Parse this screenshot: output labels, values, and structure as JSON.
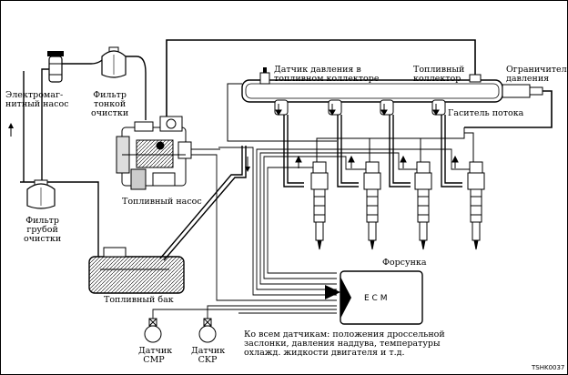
{
  "labels": {
    "rail_sensor": [
      "Датчик давления в",
      "топливном коллекторе"
    ],
    "fuel_rail": [
      "Топливный",
      "коллектор"
    ],
    "pressure_limiter": [
      "Ограничитель",
      "давления"
    ],
    "flow_damper": "Гаситель потока",
    "solenoid_pump": [
      "Электромаг-",
      "нитный насос"
    ],
    "fine_filter": [
      "Фильтр",
      "тонкой",
      "очистки"
    ],
    "fuel_pump": "Топливный насос",
    "coarse_filter": [
      "Фильтр",
      "грубой",
      "очистки"
    ],
    "injector": "Форсунка",
    "fuel_tank": "Топливный бак",
    "ecm": "E C M",
    "sensors_note": [
      "Ко всем датчикам: положения дроссельной",
      "заслонки, давления наддува, температуры",
      "охлажд. жидкости двигателя и т.д."
    ],
    "sensor_cmp": [
      "Датчик",
      "CMP"
    ],
    "sensor_ckp": [
      "Датчик",
      "CKP"
    ],
    "figure_code": "TSHK0037"
  }
}
